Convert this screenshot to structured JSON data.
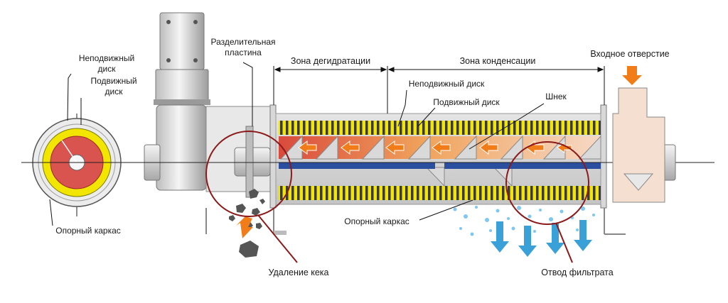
{
  "labels": {
    "fixed_disk_left_1": "Неподвижный",
    "fixed_disk_left_2": "диск",
    "moving_disk_left_1": "Подвижный",
    "moving_disk_left_2": "диск",
    "support_frame_left": "Опорный каркас",
    "separator_plate_1": "Разделительная",
    "separator_plate_2": "пластина",
    "dehydration_zone": "Зона дегидратации",
    "condensation_zone": "Зона конденсации",
    "inlet": "Входное отверстие",
    "fixed_disk": "Неподвижный диск",
    "moving_disk": "Подвижный диск",
    "screw": "Шнек",
    "support_frame": "Опорный каркас",
    "cake_removal": "Удаление кека",
    "filtrate_drain": "Отвод фильтрата"
  },
  "colors": {
    "yellow": "#f2e600",
    "red": "#d9534f",
    "orange": "#f07d1a",
    "blue_bar": "#2a4f9e",
    "drain_arrow": "#3aa0d8",
    "circle_outline": "#8b1a1a"
  }
}
